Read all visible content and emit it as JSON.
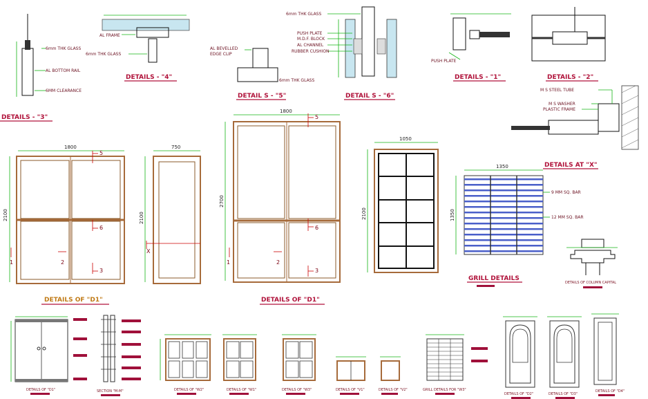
{
  "colors": {
    "title": "#b0123a",
    "frame": "#a66a3a",
    "dimension_line": "#14b414",
    "marker": "#cc0000",
    "grill_bar": "#4a5fc9"
  },
  "titles": {
    "details_3": "DETAILS - \"3\"",
    "details_4": "DETAILS - \"4\"",
    "details_5": "DETAIL S - \"5\"",
    "details_6": "DETAIL S - \"6\"",
    "details_1": "DETAILS - \"1\"",
    "details_2": "DETAILS - \"2\"",
    "details_x": "DETAILS AT \"X\"",
    "d1_left": "DETAILS OF \"D1\"",
    "d1_right": "DETAILS OF \"D1\"",
    "grill_details": "GRILL DETAILS",
    "column_capital": "DETAILS OF COLUMN CAPITAL",
    "b_d1": "DETAILS OF \"D1\"",
    "b_section": "SECTION \"M-M\"",
    "b_w2a": "DETAILS OF \"W2\"",
    "b_w1a": "DETAILS OF \"W1\"",
    "b_w3": "DETAILS OF \"W3\"",
    "b_v1": "DETAILS OF \"V1\"",
    "b_v2": "DETAILS OF \"V2\"",
    "b_grill": "GRILL DETAILS FOR \"W3\"",
    "b_d2": "DETAILS OF \"D2\"",
    "b_d3": "DETAILS OF \"D3\"",
    "b_d4": "DETAILS OF \"D4\""
  },
  "labels": {
    "glass6_a": "6mm THK GLASS",
    "al_bottom_rail": "AL BOTTOM RAIL",
    "clearance": "6MM CLEARANCE",
    "al_frame": "AL FRAME",
    "glass6_b": "6mm THK GLASS",
    "al_bevelled": "AL BEVELLED",
    "edge_clip": "EDGE CLIP",
    "glass6_c": "6mm THK GLASS",
    "glass6_top": "6mm THK GLASS",
    "push_plate": "PUSH PLATE",
    "mdf_block": "M.D.F. BLOCK",
    "al_channel": "AL CHANNEL",
    "rubber_cushion": "RUBBER CUSHION",
    "push_plate_1": "PUSH PLATE",
    "ms_steel_tube": "M S STEEL TUBE",
    "ms_washer": "M S WASHER",
    "plastic_frame": "PLASTIC FRAME",
    "bar_9mm": "9 MM SQ. BAR",
    "bar_12mm": "12 MM SQ. BAR"
  },
  "dims": {
    "d1_width": "1800",
    "d1_height": "2100",
    "side_width": "750",
    "side_height": "2100",
    "d1b_width": "1800",
    "d1b_height": "2700",
    "grid_width": "1050",
    "grid_height": "2100",
    "grill_width": "1350",
    "grill_height": "1350"
  },
  "markers": {
    "m5": "5",
    "m6": "6",
    "m3": "3",
    "m1": "1",
    "m2": "2",
    "mx": "X"
  }
}
